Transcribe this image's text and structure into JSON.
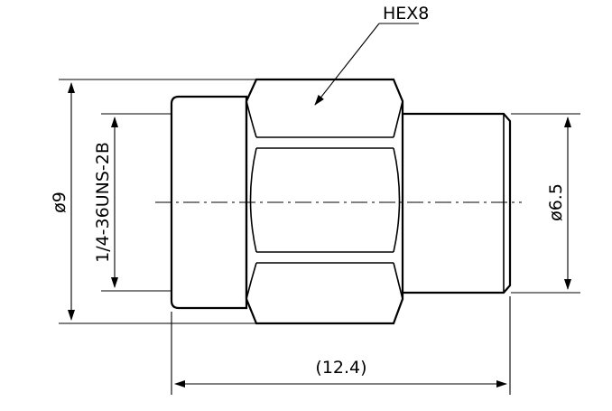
{
  "drawing": {
    "hex_label": "HEX8",
    "diameter_outer": "ø9",
    "thread_label": "1/4-36UNS-2B",
    "diameter_body": "ø6.5",
    "overall_length": "(12.4)"
  },
  "colors": {
    "line": "#000000",
    "background": "#ffffff"
  }
}
